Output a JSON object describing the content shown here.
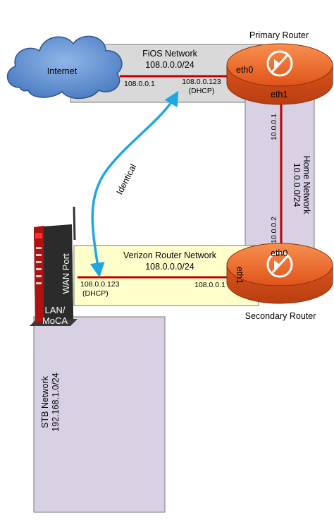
{
  "colors": {
    "fios_band": "#d9d9d9",
    "home_band": "#d8d0e3",
    "verizon_band": "#ffffcc",
    "stb_band": "#d8d0e3",
    "link_red": "#c00000",
    "arrow_blue": "#1ea7e1",
    "router_orange": "#f26a2e",
    "cloud_blue": "#5b9bd5"
  },
  "internet": {
    "label": "Internet",
    "icon": "cloud-icon"
  },
  "fios_network": {
    "name": "FiOS Network",
    "subnet": "108.0.0.0/24",
    "gateway_ip": "108.0.0.1",
    "router_ip": "108.0.0.123",
    "router_ip_note": "(DHCP)"
  },
  "primary_router": {
    "label": "Primary Router",
    "eth0": "eth0",
    "eth1": "eth1",
    "icon": "router-icon"
  },
  "home_network": {
    "name": "Home Network",
    "subnet": "10.0.0.0/24",
    "primary_ip": "10.0.0.1",
    "secondary_ip": "10.0.0.2"
  },
  "identical_label": "Identical",
  "secondary_router": {
    "label": "Secondary Router",
    "eth0": "eth0",
    "eth1": "eth1",
    "icon": "router-icon"
  },
  "verizon_network": {
    "name": "Verizon Router Network",
    "subnet": "108.0.0.0/24",
    "wan_ip": "108.0.0.123",
    "wan_ip_note": "(DHCP)",
    "gateway_ip": "108.0.0.1"
  },
  "verizon_router": {
    "wan_port": "WAN Port",
    "lan_line1": "LAN/",
    "lan_line2": "MoCA",
    "icon": "verizon-router-icon"
  },
  "stb_network": {
    "name": "STB Network",
    "subnet": "192.168.1.0/24"
  }
}
